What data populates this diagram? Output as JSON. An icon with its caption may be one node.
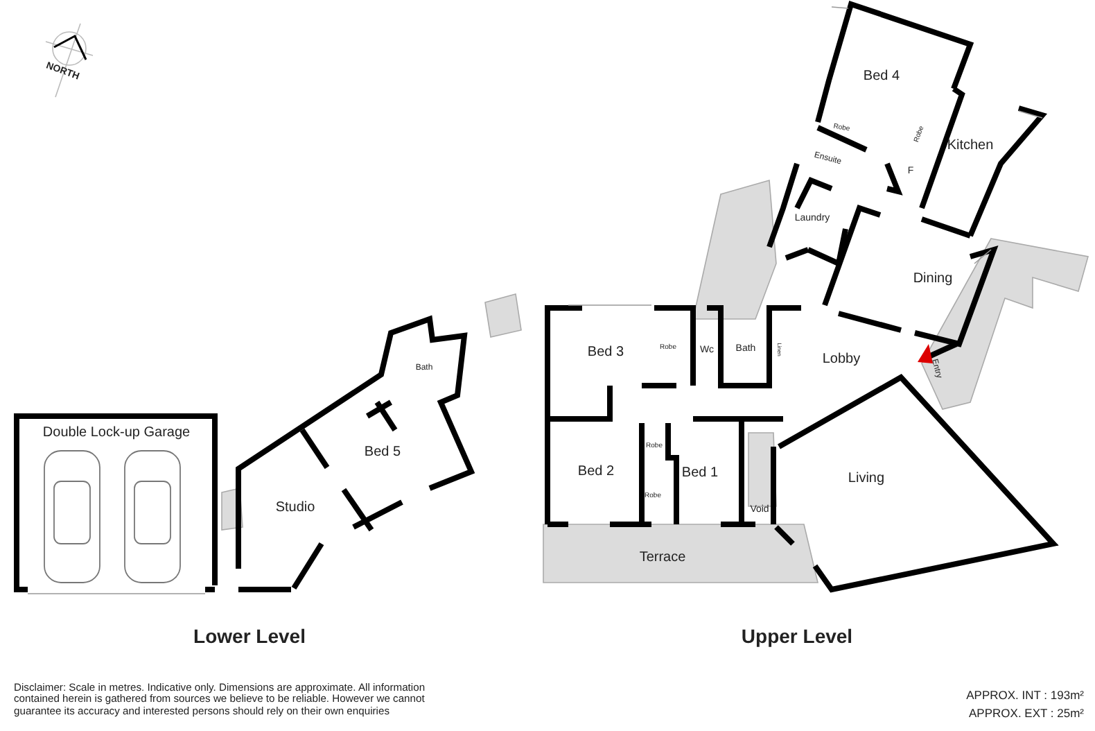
{
  "diagram": {
    "labels": [
      "NORTH",
      "Bed 4",
      "Robe",
      "Robe",
      "Kitchen",
      "Ensuite",
      "F",
      "Laundry",
      "Dining",
      "Bath",
      "Bed 3",
      "Robe",
      "Wc",
      "Bath",
      "Linen",
      "Lobby",
      "Entry",
      "Double Lock-up Garage",
      "Bed 5",
      "Bed 2",
      "Robe",
      "Bed 1",
      "Living",
      "Studio",
      "Robe",
      "Void",
      "Terrace",
      "Lower Level",
      "Upper Level",
      "Disclaimer: Scale in metres. Indicative only. Dimensions are approximate. All information contained herein is gathered from sources we believe to be reliable. However we cannot guarantee its accuracy and interested persons should rely on their own enquiries",
      "APPROX. INT : 193m²",
      "APPROX. EXT :   25m²"
    ]
  }
}
